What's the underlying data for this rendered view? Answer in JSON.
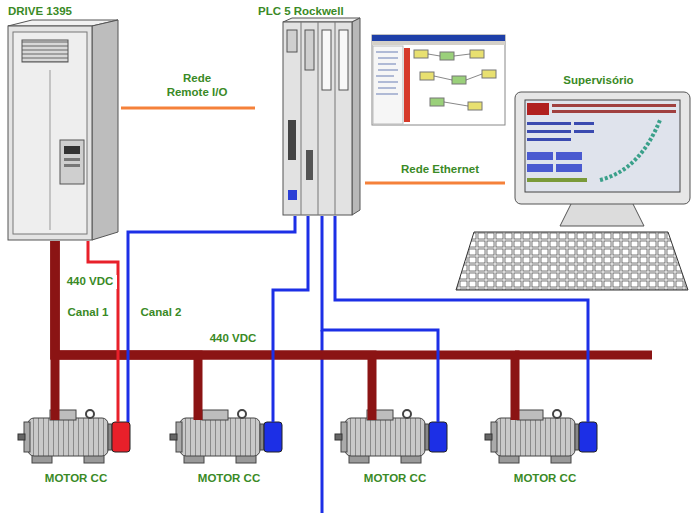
{
  "diagram": {
    "nodes": [
      {
        "text": [
          "DRIVE 1395"
        ]
      },
      {
        "text": [
          "PLC 5 Rockwell"
        ]
      },
      {
        "text": [
          "Supervisório"
        ]
      },
      {
        "text": [
          "MOTOR CC"
        ]
      },
      {
        "text": [
          "MOTOR CC"
        ]
      },
      {
        "text": [
          "MOTOR CC"
        ]
      },
      {
        "text": [
          "MOTOR CC"
        ]
      }
    ],
    "edges": [
      {
        "from": 0,
        "to": 1,
        "label": "Rede Remote I/O",
        "arrow": "none"
      },
      {
        "from": 1,
        "to": 2,
        "label": "Rede Ethernet",
        "arrow": "none"
      },
      {
        "from": 0,
        "to": 3,
        "label": "440 VDC",
        "arrow": "none"
      },
      {
        "from": 0,
        "to": 4,
        "label": "440 VDC",
        "arrow": "none"
      },
      {
        "from": 0,
        "to": 5,
        "arrow": "none"
      },
      {
        "from": 0,
        "to": 6,
        "arrow": "none"
      },
      {
        "from": 0,
        "to": 3,
        "label": "Canal 1",
        "arrow": "none"
      },
      {
        "from": 1,
        "to": 3,
        "label": "Canal 2",
        "arrow": "none"
      },
      {
        "from": 1,
        "to": 4,
        "arrow": "none"
      },
      {
        "from": 1,
        "to": 5,
        "arrow": "none"
      },
      {
        "from": 1,
        "to": 6,
        "arrow": "none"
      }
    ]
  }
}
